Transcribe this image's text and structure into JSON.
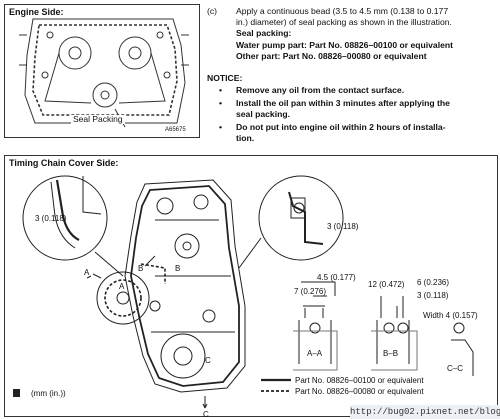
{
  "engine_side": {
    "title": "Engine Side:",
    "callout": "Seal Packing",
    "figure_code": "A65675"
  },
  "instruction": {
    "step": "(c)",
    "line1": "Apply a continuous bead (3.5 to 4.5 mm (0.138 to 0.177",
    "line2": "in.) diameter) of seal packing as shown in the illustration.",
    "seal_heading": "Seal packing:",
    "water_pump": "Water pump part: Part No. 08826–00100 or equivalent",
    "other_part": "Other part: Part No. 08826–00080 or equivalent"
  },
  "notice": {
    "heading": "NOTICE:",
    "items": [
      "Remove any oil from the contact surface.",
      "Install the oil pan within 3 minutes after applying the",
      "seal packing.",
      "Do not put into engine oil within 2 hours of installa-",
      "tion."
    ]
  },
  "timing_side": {
    "title": "Timing Chain Cover Side:",
    "dim_left": "3 (0.118)",
    "dim_right": "3 (0.118)",
    "sec_a": "A",
    "sec_b": "B",
    "sec_c": "C",
    "dim_45": "4.5 (0.177)",
    "dim_7": "7 (0.276)",
    "dim_12": "12 (0.472)",
    "dim_6": "6 (0.236)",
    "dim_3b": "3 (0.118)",
    "width": "Width 4 (0.157)",
    "label_aa": "A–A",
    "label_bb": "B–B",
    "label_cc": "C–C",
    "legend_solid": "Part No. 08826–00100 or equivalent",
    "legend_dashed": "Part No. 08826–00080 or equivalent",
    "unit": "(mm (in.))"
  },
  "watermark": "http://bug02.pixnet.net/blog"
}
